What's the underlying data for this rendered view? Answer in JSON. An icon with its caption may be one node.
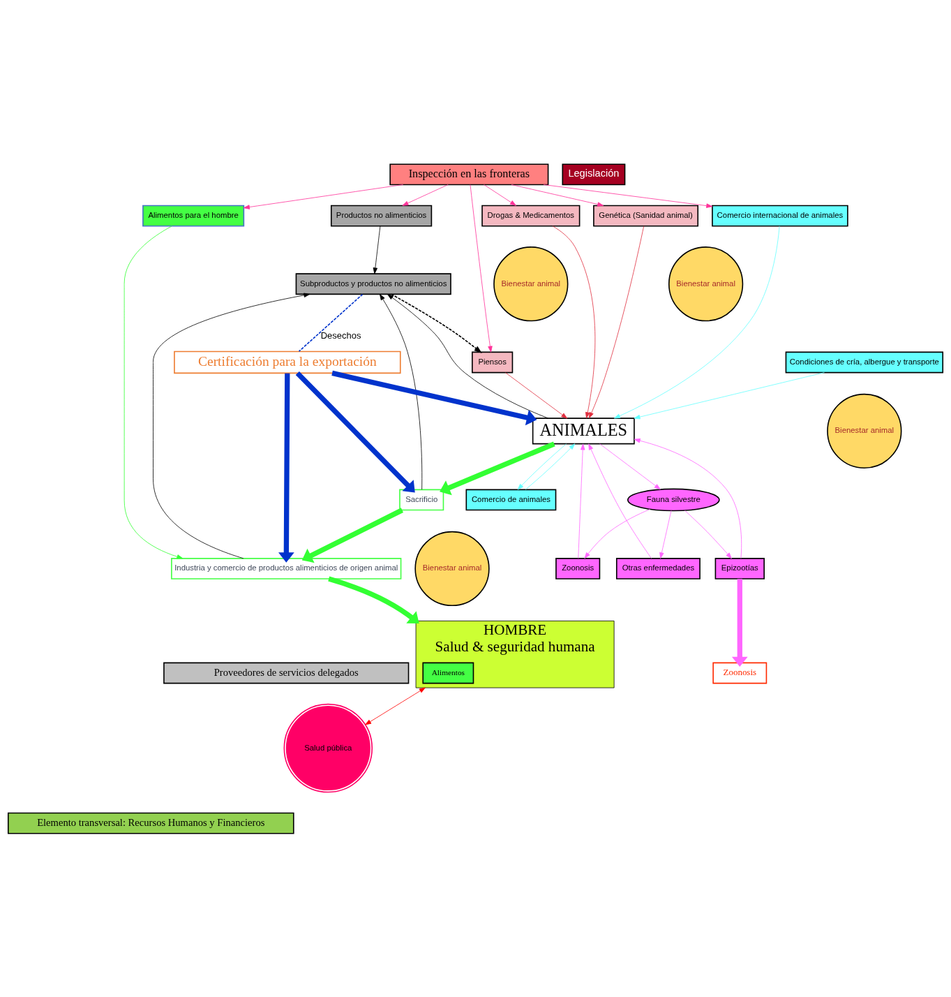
{
  "diagram": {
    "nodes": [
      {
        "text": [
          "Inspección en las fronteras"
        ]
      },
      {
        "text": [
          "Legislación"
        ]
      },
      {
        "text": [
          "Productos no alimenticios"
        ]
      },
      {
        "text": [
          "Piensos"
        ]
      },
      {
        "text": [
          "Drogas & Medicamentos"
        ]
      },
      {
        "text": [
          "Genética (Sanidad animal)"
        ]
      },
      {
        "text": [
          "Comercio internacional de animales"
        ]
      },
      {
        "text": [
          "Alimentos para el hombre"
        ]
      },
      {
        "text": [
          "Bienestar animal"
        ]
      },
      {
        "text": [
          "Bienestar animal"
        ]
      },
      {
        "text": [
          "Fauna silvestre"
        ]
      },
      {
        "text": [
          "Condiciones de cría, albergue y transporte"
        ]
      },
      {
        "text": [
          "Bienestar animal"
        ]
      },
      {
        "text": [
          "Comercio de animales"
        ]
      },
      {
        "text": [
          "ANIMALES"
        ]
      },
      {
        "text": [
          "Zoonosis"
        ]
      },
      {
        "text": [
          "Otras enfermedades"
        ]
      },
      {
        "text": [
          "Epizootías"
        ]
      },
      {
        "text": [
          "Sacrificio"
        ]
      },
      {
        "text": [
          "Bienestar animal"
        ]
      },
      {
        "text": [
          "Subproductos y productos no alimenticios"
        ]
      },
      {
        "text": [
          "Industria y comercio de productos alimenticios de origen animal"
        ]
      },
      {
        "text": [
          "HOMBRE",
          "Salud & seguridad humana"
        ]
      },
      {
        "text": [
          "Alimentos"
        ],
        "in": 22
      },
      {
        "text": [
          "Zoonosis"
        ]
      },
      {
        "text": [
          "Salud pública"
        ]
      },
      {
        "text": [
          "Certificación para la exportación"
        ]
      },
      {
        "text": [
          "Proveedores de servicios delegados"
        ]
      },
      {
        "text": [
          "Elemento transversal: Recursos Humanos y Financieros"
        ]
      }
    ],
    "edges": [
      {
        "from": 0,
        "to": 2,
        "arrow": "to",
        "color": "#ff3399"
      },
      {
        "from": 0,
        "to": 3,
        "arrow": "to",
        "color": "#ff3399"
      },
      {
        "from": 0,
        "to": 4,
        "arrow": "to",
        "color": "#ff3399"
      },
      {
        "from": 0,
        "to": 5,
        "arrow": "to",
        "color": "#ff3399"
      },
      {
        "from": 0,
        "to": 6,
        "arrow": "to",
        "color": "#ff3399"
      },
      {
        "from": 0,
        "to": 7,
        "arrow": "to",
        "color": "#ff3399"
      },
      {
        "from": 2,
        "to": 20,
        "arrow": "to",
        "color": "#000000"
      },
      {
        "from": 20,
        "to": 3,
        "arrow": "to",
        "style": "dashed",
        "color": "#000000"
      },
      {
        "from": 3,
        "to": 14,
        "arrow": "to",
        "color": "#e03040"
      },
      {
        "from": 4,
        "to": 14,
        "arrow": "to",
        "color": "#e03040"
      },
      {
        "from": 5,
        "to": 14,
        "arrow": "to",
        "color": "#e03040"
      },
      {
        "from": 6,
        "to": 14,
        "arrow": "to",
        "color": "#66ffff"
      },
      {
        "from": 11,
        "to": 14,
        "arrow": "to",
        "color": "#66ffff"
      },
      {
        "from": 13,
        "to": 14,
        "arrow": "to",
        "color": "#66ffff"
      },
      {
        "from": 14,
        "to": 13,
        "arrow": "to",
        "color": "#66ffff"
      },
      {
        "from": 14,
        "to": 10,
        "arrow": "to",
        "color": "#ff66ff"
      },
      {
        "from": 10,
        "to": 15,
        "arrow": "to",
        "color": "#ff66ff"
      },
      {
        "from": 10,
        "to": 16,
        "arrow": "to",
        "color": "#ff66ff"
      },
      {
        "from": 10,
        "to": 17,
        "arrow": "to",
        "color": "#ff66ff"
      },
      {
        "from": 15,
        "to": 14,
        "arrow": "to",
        "color": "#ff66ff"
      },
      {
        "from": 16,
        "to": 14,
        "arrow": "to",
        "color": "#ff66ff"
      },
      {
        "from": 17,
        "to": 14,
        "arrow": "to",
        "color": "#ff66ff"
      },
      {
        "from": 17,
        "to": 24,
        "arrow": "to",
        "color": "#ff66ff",
        "style": "thick"
      },
      {
        "from": 14,
        "to": 18,
        "arrow": "to",
        "color": "#33ff33",
        "style": "thick"
      },
      {
        "from": 18,
        "to": 21,
        "arrow": "to",
        "color": "#33ff33",
        "style": "thick"
      },
      {
        "from": 21,
        "to": 22,
        "arrow": "to",
        "color": "#33ff33",
        "style": "thick"
      },
      {
        "from": 14,
        "to": 20,
        "arrow": "to",
        "color": "#000000"
      },
      {
        "from": 18,
        "to": 20,
        "arrow": "to",
        "color": "#000000"
      },
      {
        "from": 21,
        "to": 20,
        "arrow": "to",
        "color": "#000000"
      },
      {
        "from": 7,
        "to": 21,
        "arrow": "to",
        "color": "#33ff33"
      },
      {
        "from": 26,
        "to": 14,
        "arrow": "to",
        "color": "#0033cc",
        "style": "thick"
      },
      {
        "from": 26,
        "to": 18,
        "arrow": "to",
        "color": "#0033cc",
        "style": "thick"
      },
      {
        "from": 26,
        "to": 21,
        "arrow": "to",
        "color": "#0033cc",
        "style": "thick"
      },
      {
        "from": 20,
        "to": 26,
        "arrow": "none",
        "label": "Desechos",
        "color": "#0033cc",
        "style": "dashed"
      },
      {
        "from": 22,
        "to": 25,
        "arrow": "both",
        "color": "#ff0000"
      }
    ]
  }
}
